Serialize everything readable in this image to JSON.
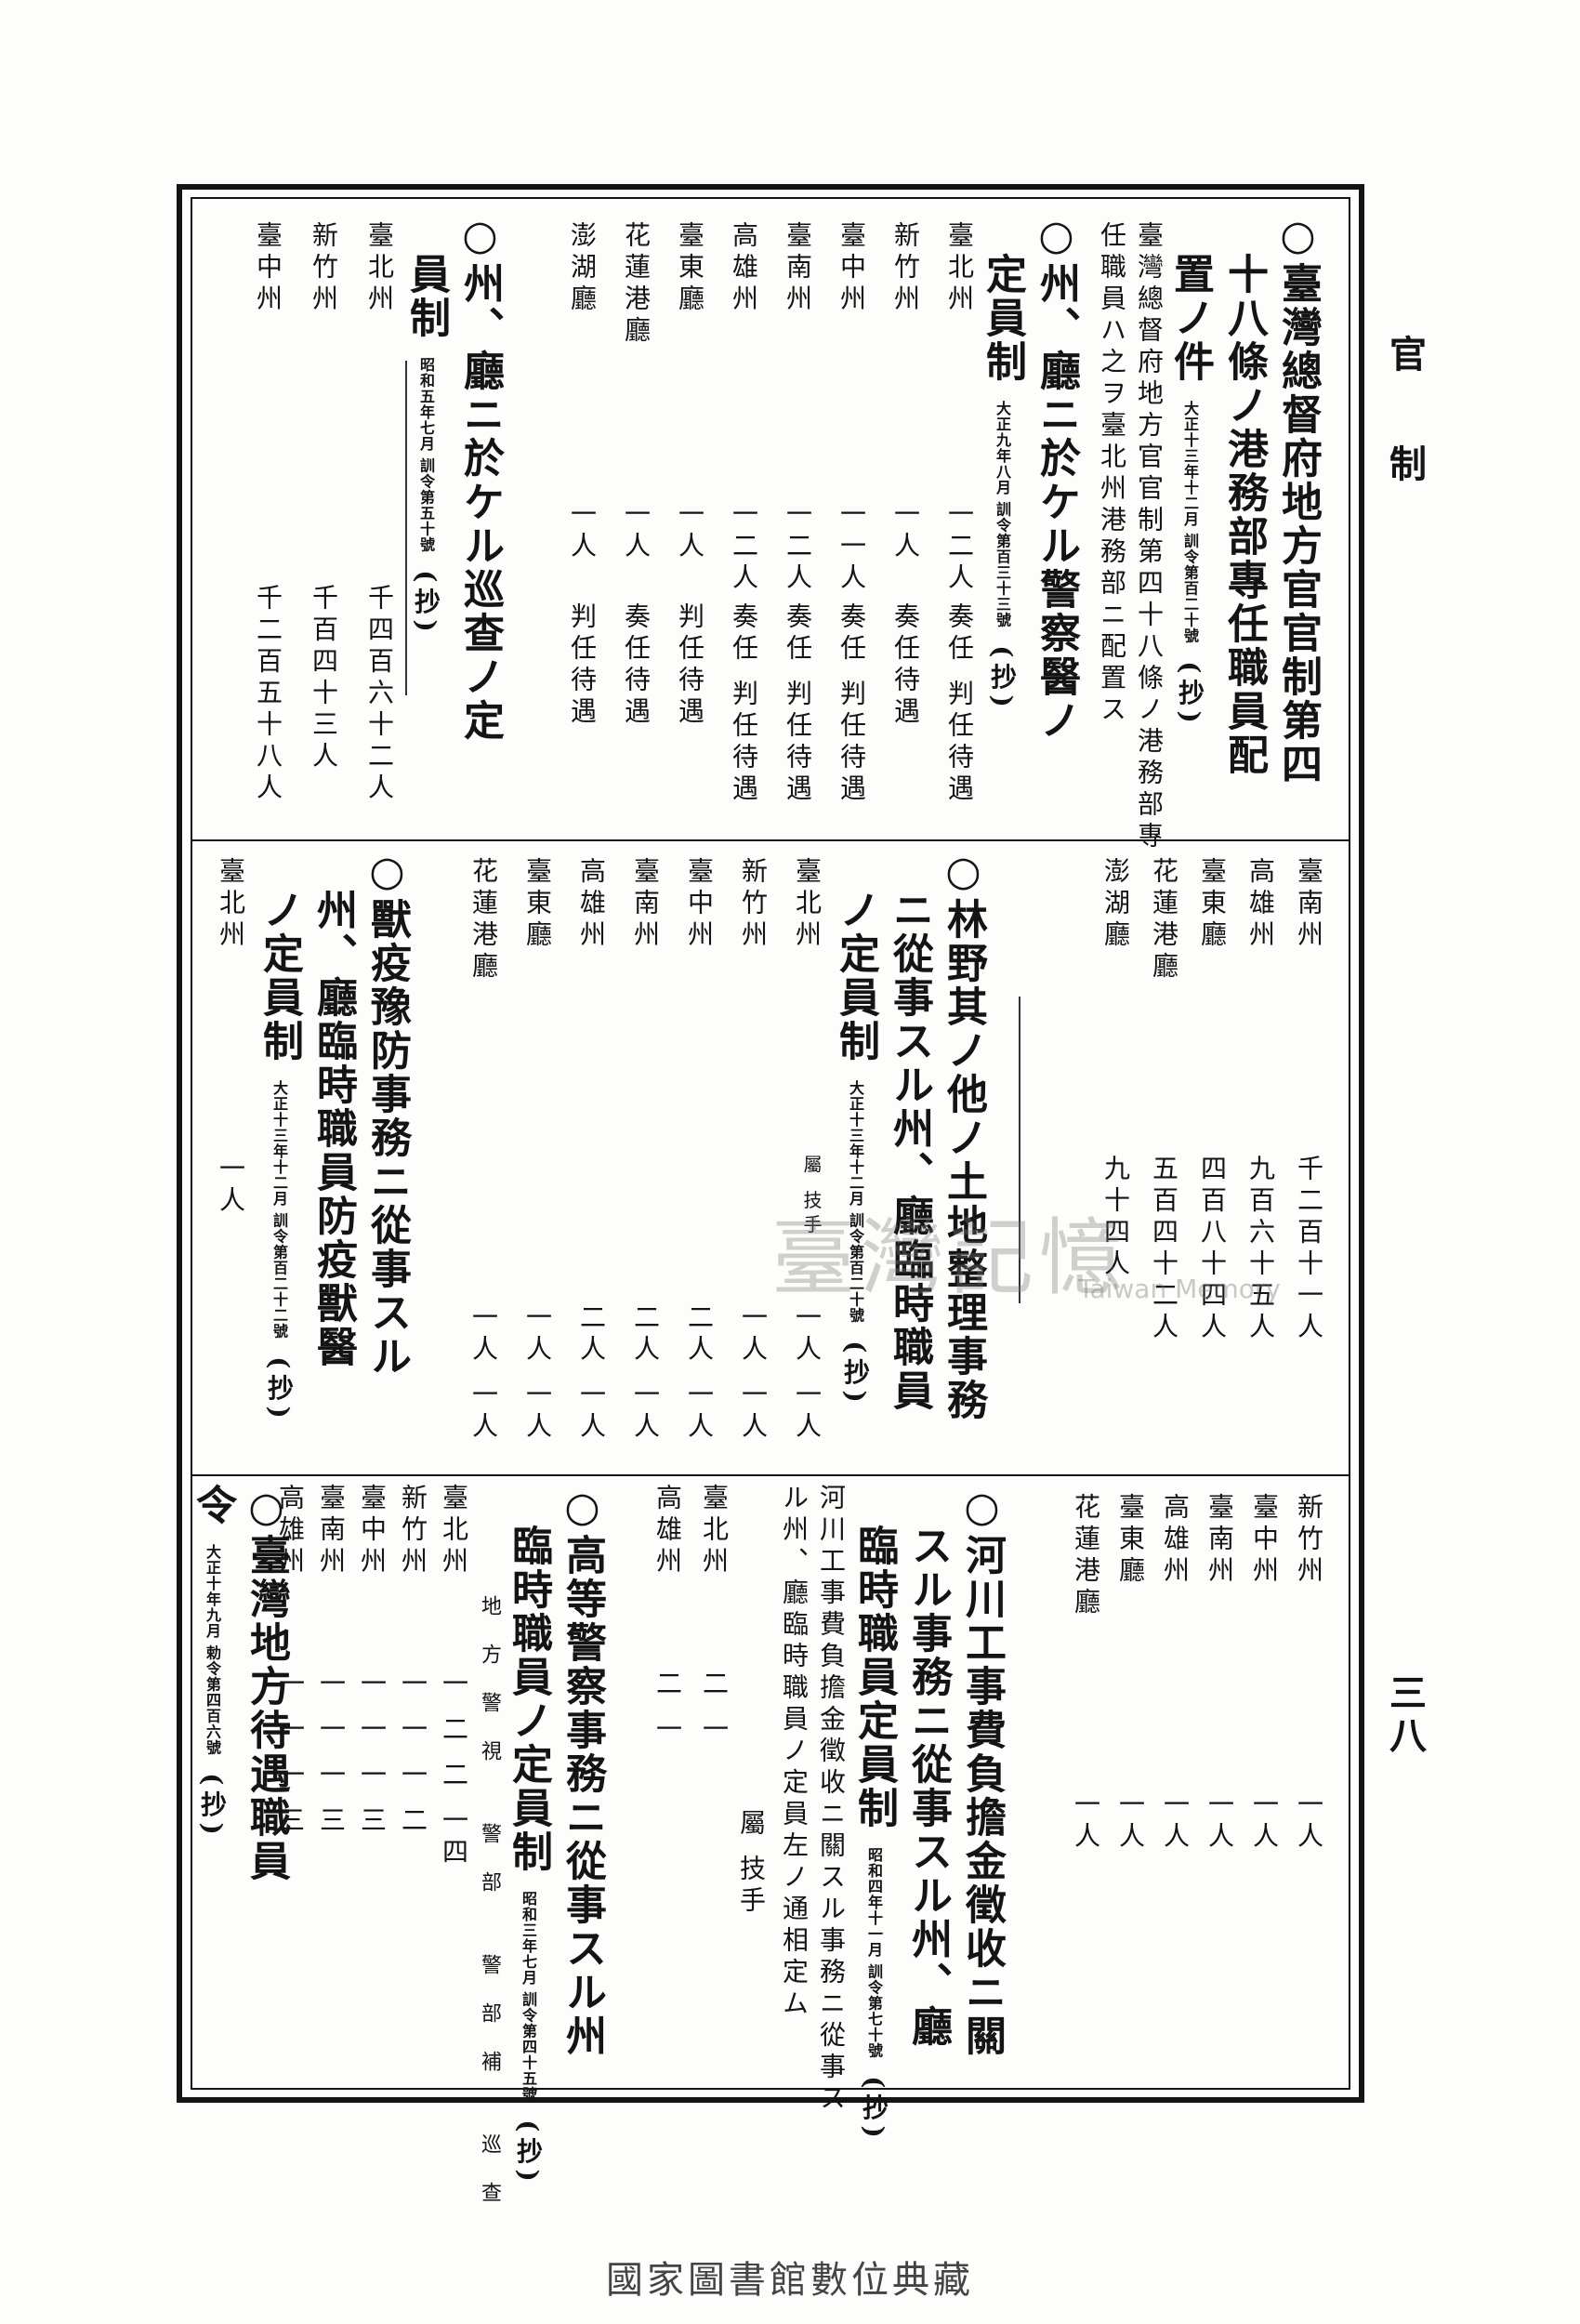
{
  "sidebar_label": "官 制",
  "page_number": "三八",
  "watermark": {
    "text": "臺灣記憶",
    "sub": "Taiwan Memory"
  },
  "footer": "國家圖書館數位典藏",
  "top": {
    "s1_title": "○臺灣總督府地方官官制第四十八條ノ港務部專任職員配置ノ件",
    "s1_title_a": "○臺灣總督府地方官官制第四",
    "s1_title_b": "十八條ノ港務部專任職員配",
    "s1_title_c": "置ノ件",
    "s1_meta": "大正十三年十二月 訓令第百二十號",
    "s1_note": "(抄)",
    "s1_body_a": "臺灣總督府地方官官制第四十八條ノ港務部專",
    "s1_body_b": "任職員ハ之ヲ臺北州港務部ニ配置ス",
    "s2_title_a": "○州、廳ニ於ケル警察醫ノ",
    "s2_title_b": "定員制",
    "s2_meta": "大正九年八月 訓令第百三十三號",
    "s2_note": "(抄)",
    "s2_rows": [
      {
        "name": "臺北州",
        "num": "一二人",
        "rank": "奏任 判任待遇"
      },
      {
        "name": "新竹州",
        "num": "一人",
        "rank": "奏任待遇"
      },
      {
        "name": "臺中州",
        "num": "一一人",
        "rank": "奏任 判任待遇"
      },
      {
        "name": "臺南州",
        "num": "一二人",
        "rank": "奏任 判任待遇"
      },
      {
        "name": "高雄州",
        "num": "一二人",
        "rank": "奏任 判任待遇"
      },
      {
        "name": "臺東廳",
        "num": "一人",
        "rank": "判任待遇"
      },
      {
        "name": "花蓮港廳",
        "num": "一人",
        "rank": "奏任待遇"
      },
      {
        "name": "澎湖廳",
        "num": "一人",
        "rank": "判任待遇"
      }
    ],
    "s3_title_a": "○州、廳ニ於ケル巡查ノ定",
    "s3_title_b": "員制",
    "s3_meta": "昭和五年七月 訓令第五十號",
    "s3_note": "(抄)",
    "s3_rows": [
      {
        "name": "臺北州",
        "num": "千四百六十二人"
      },
      {
        "name": "新竹州",
        "num": "千百四十三人"
      },
      {
        "name": "臺中州",
        "num": "千二百五十八人"
      }
    ]
  },
  "mid": {
    "s3_rows": [
      {
        "name": "臺南州",
        "num": "千二百十一人"
      },
      {
        "name": "高雄州",
        "num": "九百六十五人"
      },
      {
        "name": "臺東廳",
        "num": "四百八十四人"
      },
      {
        "name": "花蓮港廳",
        "num": "五百四十二人"
      },
      {
        "name": "澎湖廳",
        "num": "九十四人"
      }
    ],
    "s4_title_a": "○林野其ノ他ノ土地整理事務",
    "s4_title_b": "ニ從事スル州、廳臨時職員",
    "s4_title_c": "ノ定員制",
    "s4_meta": "大正十三年十二月 訓令第百二十號",
    "s4_note": "(抄)",
    "s4_roles": "屬 技手",
    "s4_rows": [
      {
        "name": "臺北州",
        "num": "一人 一人"
      },
      {
        "name": "新竹州",
        "num": "一人 一人"
      },
      {
        "name": "臺中州",
        "num": "二人 一人"
      },
      {
        "name": "臺南州",
        "num": "二人 一人"
      },
      {
        "name": "高雄州",
        "num": "二人 一人"
      },
      {
        "name": "臺東廳",
        "num": "一人 一人"
      },
      {
        "name": "花蓮港廳",
        "num": "一人 一人"
      }
    ],
    "s5_title_a": "○獸疫豫防事務ニ從事スル",
    "s5_title_b": "州、廳臨時職員防疫獸醫",
    "s5_title_c": "ノ定員制",
    "s5_meta": "大正十三年十二月 訓令第百二十二號",
    "s5_note": "(抄)",
    "s5_rows": [
      {
        "name": "臺北州",
        "num": "一人"
      }
    ]
  },
  "bot": {
    "s5_rows": [
      {
        "name": "新竹州",
        "num": "一人"
      },
      {
        "name": "臺中州",
        "num": "一人"
      },
      {
        "name": "臺南州",
        "num": "一人"
      },
      {
        "name": "高雄州",
        "num": "一人"
      },
      {
        "name": "臺東廳",
        "num": "一人"
      },
      {
        "name": "花蓮港廳",
        "num": "一人"
      }
    ],
    "s6_title_a": "○河川工事費負擔金徵收ニ關",
    "s6_title_b": "スル事務ニ從事スル州、廳",
    "s6_title_c": "臨時職員定員制",
    "s6_meta": "昭和四年十一月 訓令第七十號",
    "s6_note": "(抄)",
    "s6_body_a": "河川工事費負擔金徵收ニ關スル事務ニ從事ス",
    "s6_body_b": "ル州、廳臨時職員ノ定員左ノ通相定ム",
    "s6_roles": "屬 技手",
    "s6_rows": [
      {
        "name": "臺北州",
        "num": "二 一"
      },
      {
        "name": "高雄州",
        "num": "二 一"
      }
    ],
    "s7_title_a": "○高等警察事務ニ從事スル州",
    "s7_title_b": "臨時職員ノ定員制",
    "s7_meta": "昭和三年七月 訓令第四十五號",
    "s7_note": "(抄)",
    "s7_roles": "地方警視 警部 警部補 巡查",
    "s7_rows": [
      {
        "name": "臺北州",
        "num": "一 二 二 一四"
      },
      {
        "name": "新竹州",
        "num": "一 一 一 二"
      },
      {
        "name": "臺中州",
        "num": "一 一 一 三"
      },
      {
        "name": "臺南州",
        "num": "一 一 一 三"
      },
      {
        "name": "高雄州",
        "num": "一 一 一 三"
      }
    ],
    "s8_title_a": "○臺灣地方待遇職員",
    "s8_title_b": "令",
    "s8_meta": "大正十年九月 勅令第四百六號",
    "s8_note": "(抄)"
  }
}
